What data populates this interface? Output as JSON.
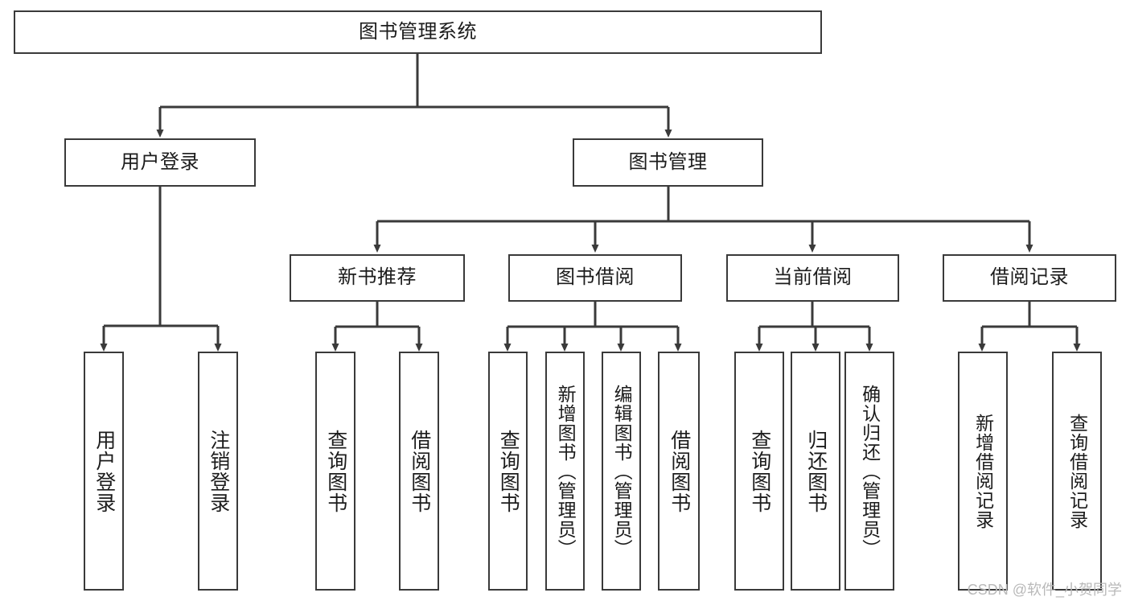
{
  "diagram": {
    "title": "图书管理系统",
    "type": "tree-hierarchy",
    "watermark": "CSDN @软件_小贺同学",
    "line_color": "#3a3a3a",
    "box_fill": "#ffffff",
    "text_color": "#1c1c1c",
    "nodes": {
      "root": "图书管理系统",
      "level2": {
        "user_login": "用户登录",
        "book_manage": "图书管理"
      },
      "level3": {
        "new_book_rec": "新书推荐",
        "book_borrow": "图书借阅",
        "current_borrow": "当前借阅",
        "borrow_record": "借阅记录"
      },
      "leaves": {
        "user_login_1": "用户登录",
        "user_login_2": "注销登录",
        "new_book_rec_1": "查询图书",
        "new_book_rec_2": "借阅图书",
        "book_borrow_1": "查询图书",
        "book_borrow_2": "新增图书（管理员）",
        "book_borrow_3": "编辑图书（管理员）",
        "book_borrow_4": "借阅图书",
        "current_borrow_1": "查询图书",
        "current_borrow_2": "归还图书",
        "current_borrow_3": "确认归还（管理员）",
        "borrow_record_1": "新增借阅记录",
        "borrow_record_2": "查询借阅记录"
      }
    }
  }
}
